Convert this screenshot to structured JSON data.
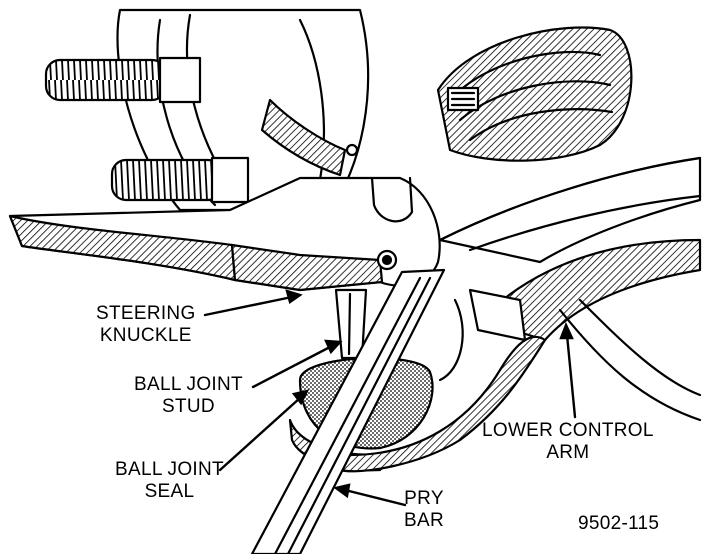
{
  "labels": {
    "steering_knuckle": [
      "STEERING",
      "KNUCKLE"
    ],
    "ball_joint_stud": [
      "BALL JOINT",
      "STUD"
    ],
    "ball_joint_seal": [
      "BALL JOINT",
      "SEAL"
    ],
    "lower_control_arm": [
      "LOWER CONTROL",
      "ARM"
    ],
    "pry_bar": [
      "PRY",
      "BAR"
    ]
  },
  "figure_id": "9502-115",
  "colors": {
    "ink": "#000000",
    "paper": "#ffffff"
  }
}
